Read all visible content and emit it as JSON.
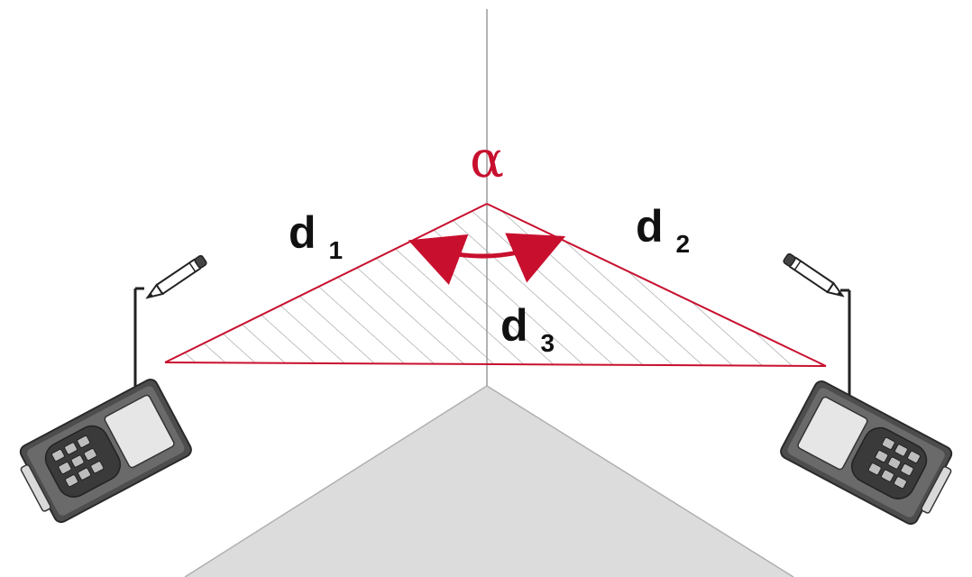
{
  "labels": {
    "alpha": "α",
    "d1": {
      "main": "d",
      "sub": "1"
    },
    "d2": {
      "main": "d",
      "sub": "2"
    },
    "d3": {
      "main": "d",
      "sub": "3"
    }
  },
  "colors": {
    "measure_line": "#c8102e",
    "hatch": "#9a9a9a",
    "floor": "#dcdcdc",
    "device_body": "#5a5a5a",
    "device_panel": "#e6e6e6"
  },
  "icons": {
    "left_device": "laser-distance-meter-icon",
    "right_device": "laser-distance-meter-icon",
    "left_marker": "pencil-icon",
    "right_marker": "pencil-icon",
    "angle": "double-arrow-arc-icon"
  }
}
